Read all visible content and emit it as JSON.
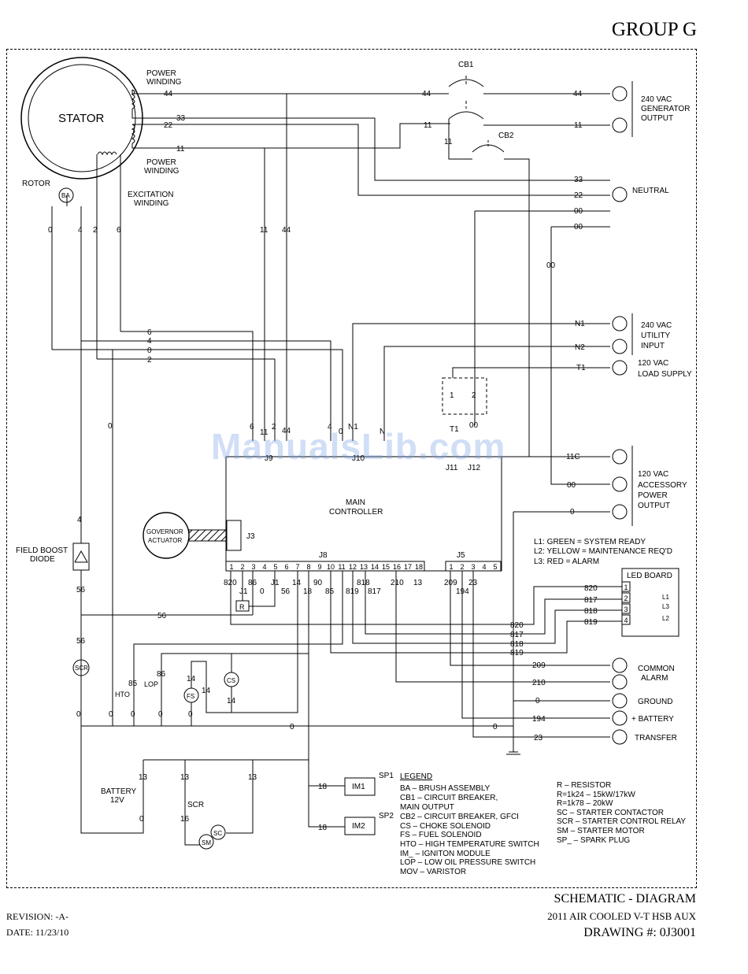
{
  "header": {
    "group": "GROUP G"
  },
  "labels": {
    "stator": "STATOR",
    "power_winding": [
      "POWER",
      "WINDING"
    ],
    "power_winding2": [
      "POWER",
      "WINDING"
    ],
    "excitation": [
      "EXCITATION",
      "WINDING"
    ],
    "rotor": "ROTOR",
    "ba": "BA",
    "cb1": "CB1",
    "cb2": "CB2",
    "out_240_gen": [
      "240 VAC",
      "GENERATOR",
      "OUTPUT"
    ],
    "neutral": "NEUTRAL",
    "util_240": [
      "240 VAC",
      "UTILITY",
      "INPUT"
    ],
    "load_120": [
      "120 VAC",
      "LOAD SUPPLY"
    ],
    "acc_120": [
      "120 VAC",
      "ACCESSORY",
      "POWER",
      "OUTPUT"
    ],
    "main_controller": [
      "MAIN",
      "CONTROLLER"
    ],
    "gov": [
      "GOVERNOR",
      "ACTUATOR"
    ],
    "j3": "J3",
    "j8": "J8",
    "j5": "J5",
    "j9": "J9",
    "j10": "J10",
    "j11": "J11",
    "j12": "J12",
    "field_boost": [
      "FIELD BOOST",
      "DIODE"
    ],
    "scr": "SCR",
    "hto": "HTO",
    "lop": "LOP",
    "fs": "FS",
    "cs": "CS",
    "r": "R",
    "battery": [
      "BATTERY",
      "12V"
    ],
    "sm": "SM",
    "sc": "SC",
    "im1": "IM1",
    "im2": "IM2",
    "sp1": "SP1",
    "sp2": "SP2",
    "led_board": "LED BOARD",
    "l1": "L1",
    "l2": "L2",
    "l3": "L3",
    "common_alarm": [
      "COMMON",
      "ALARM"
    ],
    "ground": "GROUND",
    "battery_plus": "+ BATTERY",
    "transfer": "TRANSFER"
  },
  "leds_legend": [
    "L1:  GREEN  =  SYSTEM READY",
    "L2:  YELLOW  =  MAINTENANCE REQ'D",
    "L3:  RED  =  ALARM"
  ],
  "legend": {
    "title": "LEGEND",
    "items": [
      "BA  –   BRUSH ASSEMBLY",
      "CB1 –   CIRCUIT BREAKER,",
      "               MAIN OUTPUT",
      "CB2 –   CIRCUIT BREAKER, GFCI",
      "CS  –   CHOKE SOLENOID",
      "FS  –   FUEL SOLENOID",
      "HTO –   HIGH TEMPERATURE SWITCH",
      "IM_ –   IGNITON MODULE",
      "LOP –   LOW OIL PRESSURE SWITCH",
      "MOV –   VARISTOR"
    ],
    "items2": [
      "R   –   RESISTOR",
      "        R=1k24  –  15kW/17kW",
      "        R=1k78  –  20kW",
      "SC  –   STARTER CONTACTOR",
      "SCR –   STARTER CONTROL RELAY",
      "SM  –   STARTER MOTOR",
      "SP_ –   SPARK PLUG"
    ]
  },
  "wires": {
    "w44": "44",
    "w33": "33",
    "w22": "22",
    "w11": "11",
    "w00": "00",
    "w0": "0",
    "w4": "4",
    "w2": "2",
    "w6": "6",
    "n1": "N1",
    "n2": "N2",
    "t1": "T1",
    "w11c": "11C",
    "w56": "56",
    "w85": "85",
    "w86": "86",
    "w14": "14",
    "w13": "13",
    "w16": "16",
    "w18": "18",
    "w820": "820",
    "w817": "817",
    "w818": "818",
    "w819": "819",
    "w209": "209",
    "w210": "210",
    "w194": "194",
    "w23": "23",
    "w90": "90",
    "j1": "J1",
    "n": "N",
    "n1l": "N1",
    "one": "1",
    "two": "2"
  },
  "j8_pins": [
    "1",
    "2",
    "3",
    "4",
    "5",
    "6",
    "7",
    "8",
    "9",
    "10",
    "11",
    "12",
    "13",
    "14",
    "15",
    "16",
    "17",
    "18"
  ],
  "j5_pins": [
    "1",
    "2",
    "3",
    "4",
    "5"
  ],
  "led_pins": [
    "1",
    "2",
    "3",
    "4"
  ],
  "title_block": {
    "title": "SCHEMATIC - DIAGRAM",
    "model": "2011 AIR COOLED V-T HSB AUX",
    "drawing": "DRAWING #: 0J3001",
    "revision": "REVISION: -A-",
    "date": "DATE: 11/23/10"
  },
  "watermark": "ManualsLib.com"
}
